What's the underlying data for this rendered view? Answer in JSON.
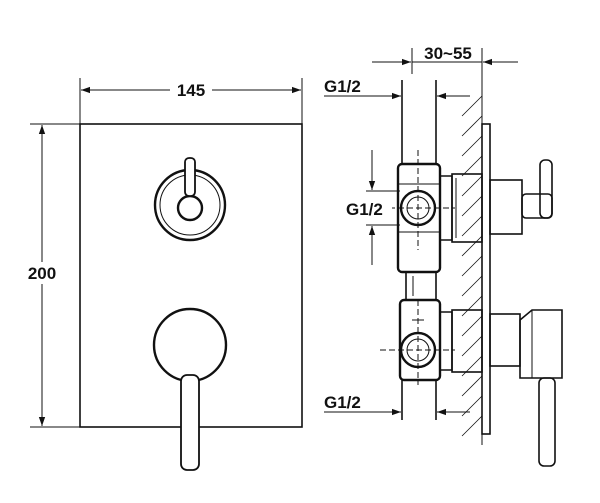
{
  "front_view": {
    "width_dimension": "145",
    "height_dimension": "200"
  },
  "side_view": {
    "wall_depth_dimension": "30~55",
    "inlet_top_label": "G1/2",
    "inlet_middle_label": "G1/2",
    "outlet_bottom_label": "G1/2"
  }
}
